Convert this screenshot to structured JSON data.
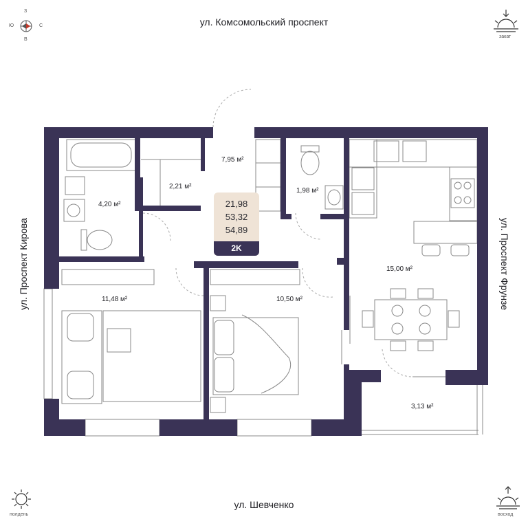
{
  "streets": {
    "top": "ул. Комсомольский проспект",
    "bottom": "ул. Шевченко",
    "left": "ул. Проспект Кирова",
    "right": "ул. Проспект Фрунзе"
  },
  "compass": {
    "north": "З",
    "south": "В",
    "west": "Ю",
    "east": "С"
  },
  "sun": {
    "sunset": "закат",
    "noon": "полдень",
    "sunrise": "восход"
  },
  "rooms": {
    "bathroom": "4,20 м²",
    "storage": "2,21 м²",
    "hall": "7,95 м²",
    "wc": "1,98 м²",
    "kitchen_living": "15,00 м²",
    "bedroom_left": "11,48 м²",
    "bedroom_right": "10,50 м²",
    "balcony": "3,13 м²"
  },
  "summary": {
    "living_area": "21,98",
    "total_area": "53,32",
    "area_with_balcony": "54,89",
    "type": "2K"
  },
  "colors": {
    "wall": "#3a3356",
    "badge": "#efe3d6",
    "line": "#777777"
  },
  "icons": [
    "compass-icon",
    "sunset-icon",
    "noon-sun-icon",
    "sunrise-icon"
  ]
}
